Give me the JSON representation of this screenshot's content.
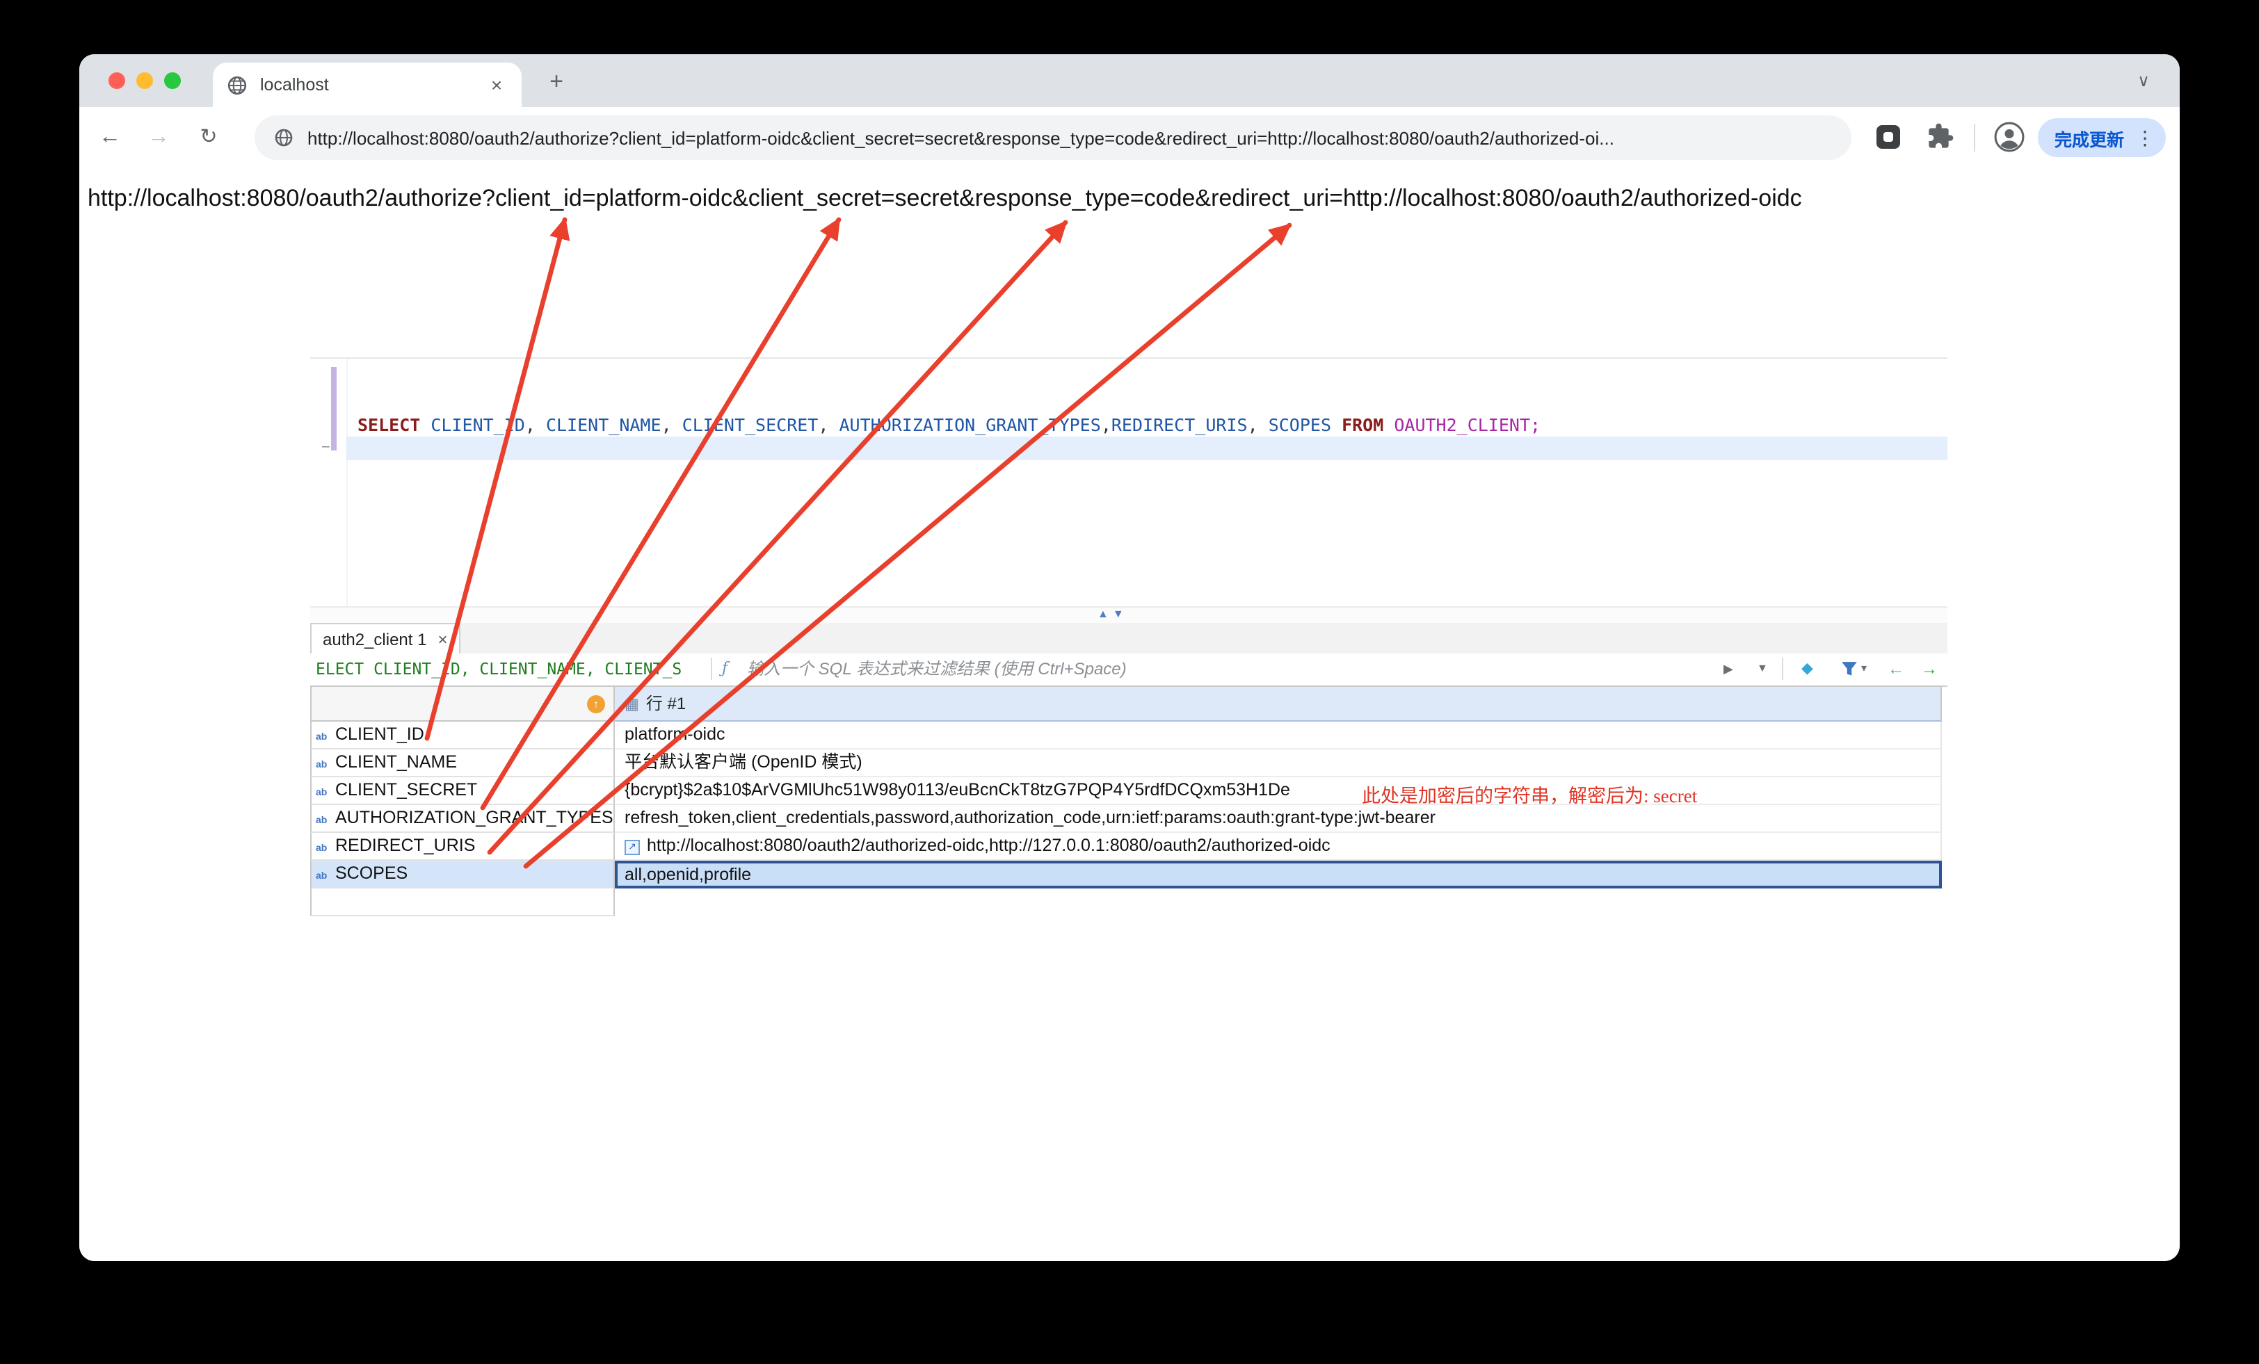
{
  "browser": {
    "tab": {
      "title": "localhost"
    },
    "address_bar": {
      "url": "http://localhost:8080/oauth2/authorize?client_id=platform-oidc&client_secret=secret&response_type=code&redirect_uri=http://localhost:8080/oauth2/authorized-oi..."
    },
    "update_button": {
      "label": "完成更新"
    }
  },
  "page": {
    "url_text": "http://localhost:8080/oauth2/authorize?client_id=platform-oidc&client_secret=secret&response_type=code&redirect_uri=http://localhost:8080/oauth2/authorized-oidc"
  },
  "sql_editor": {
    "parts": [
      {
        "t": "SELECT ",
        "c": "keyword"
      },
      {
        "t": "CLIENT_ID",
        "c": "identifier"
      },
      {
        "t": ", ",
        "c": "plain"
      },
      {
        "t": "CLIENT_NAME",
        "c": "identifier"
      },
      {
        "t": ", ",
        "c": "plain"
      },
      {
        "t": "CLIENT_SECRET",
        "c": "identifier"
      },
      {
        "t": ", ",
        "c": "plain"
      },
      {
        "t": "AUTHORIZATION_GRANT_TYPES",
        "c": "identifier"
      },
      {
        "t": ",",
        "c": "plain"
      },
      {
        "t": "REDIRECT_URIS",
        "c": "identifier"
      },
      {
        "t": ", ",
        "c": "plain"
      },
      {
        "t": "SCOPES",
        "c": "identifier"
      },
      {
        "t": " ",
        "c": "plain"
      },
      {
        "t": "FROM ",
        "c": "keyword"
      },
      {
        "t": "OAUTH2_CLIENT;",
        "c": "table"
      }
    ]
  },
  "results": {
    "tab_label": "auth2_client 1",
    "filter_sql": "ELECT CLIENT_ID, CLIENT_NAME, CLIENT_S",
    "filter_placeholder": "输入一个 SQL 表达式来过滤结果 (使用 Ctrl+Space)",
    "value_header": "行 #1",
    "rows": [
      {
        "label": "CLIENT_ID",
        "value": "platform-oidc"
      },
      {
        "label": "CLIENT_NAME",
        "value": "平台默认客户端 (OpenID 模式)"
      },
      {
        "label": "CLIENT_SECRET",
        "value": "{bcrypt}$2a$10$ArVGMlUhc51W98y0113/euBcnCkT8tzG7PQP4Y5rdfDCQxm53H1De"
      },
      {
        "label": "AUTHORIZATION_GRANT_TYPES",
        "value": "refresh_token,client_credentials,password,authorization_code,urn:ietf:params:oauth:grant-type:jwt-bearer"
      },
      {
        "label": "REDIRECT_URIS",
        "value": "http://localhost:8080/oauth2/authorized-oidc,http://127.0.0.1:8080/oauth2/authorized-oidc"
      },
      {
        "label": "SCOPES",
        "value": "all,openid,profile"
      }
    ],
    "annotation": "此处是加密后的字符串，解密后为: secret"
  },
  "icons": {
    "back": "←",
    "forward": "→",
    "reload": "↻",
    "new_tab": "+",
    "tab_search": "∨",
    "tab_close": "×",
    "kebab": "⋮",
    "fold": "−",
    "sash_up": "▲",
    "sash_down": "▼",
    "results_tab_close": "×",
    "fx": "ƒ",
    "play": "▶",
    "dropdown": "▼",
    "edit_filter": "◆",
    "funnel_dropdown": "▾",
    "prev": "←",
    "next": "→",
    "sort": "↑",
    "grid": "▦",
    "link": "↗",
    "column_type": "ab"
  },
  "colors": {
    "arrow": "#e8402c",
    "annotation": "#e03424",
    "selection_border": "#2f5496",
    "sql_keyword": "#8b1d1d",
    "sql_identifier": "#1f56a6",
    "sql_table": "#a626a4",
    "filter_sql_text": "#1e7d1e",
    "update_pill_bg": "#d3e3fd",
    "update_pill_text": "#0b57d0",
    "traffic_red": "#ff5f57",
    "traffic_yellow": "#febc2e",
    "traffic_green": "#28c840"
  }
}
